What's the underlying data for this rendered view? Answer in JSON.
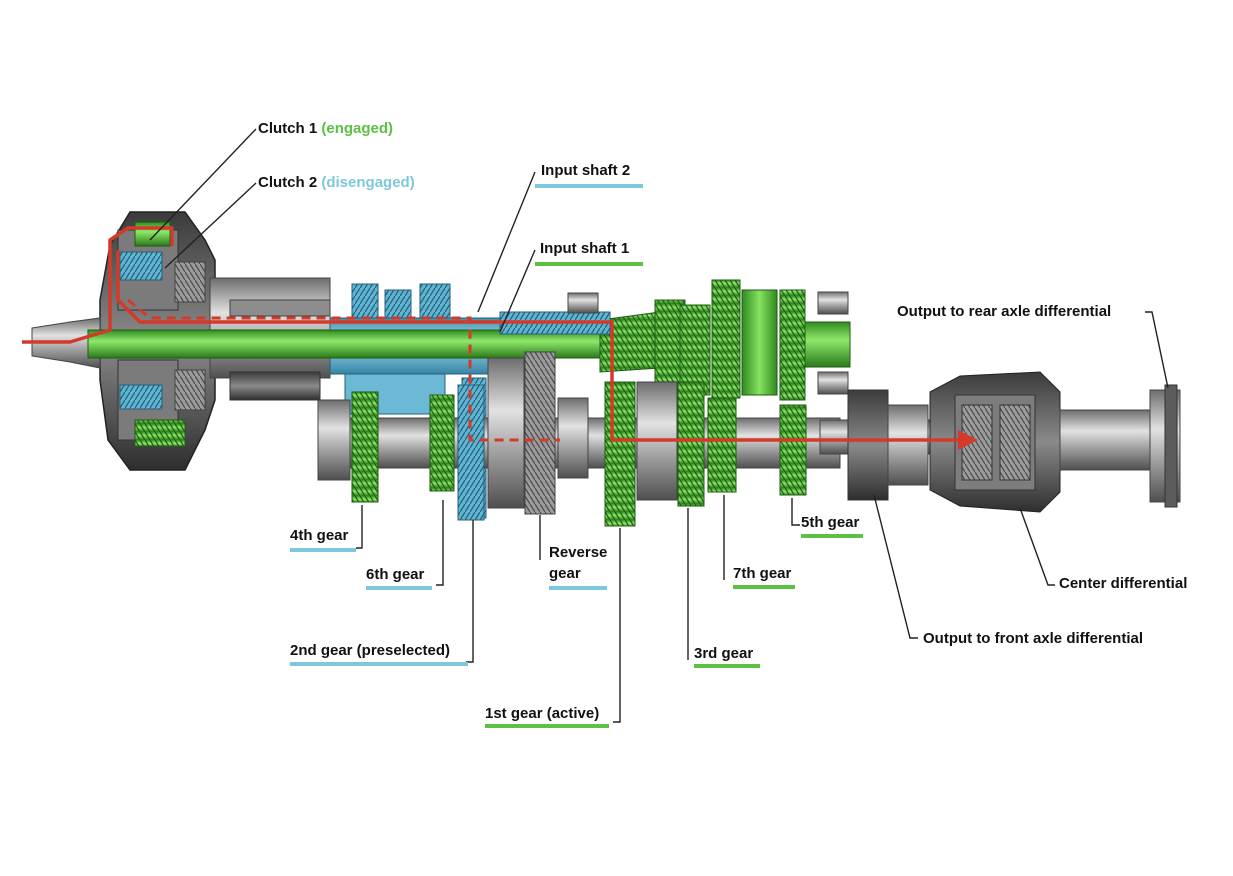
{
  "colors": {
    "green": "#5cc143",
    "blue": "#7dc8dc",
    "power_flow": "#d43a2a",
    "leader": "#222222",
    "metal": "#a9a9a9"
  },
  "labels": {
    "clutch1": {
      "name": "Clutch 1",
      "state": "(engaged)"
    },
    "clutch2": {
      "name": "Clutch 2",
      "state": "(disengaged)"
    },
    "input_shaft_2": "Input shaft 2",
    "input_shaft_1": "Input shaft 1",
    "output_rear": "Output to rear axle differential",
    "gear_4th": "4th gear",
    "gear_6th": "6th gear",
    "reverse_line1": "Reverse",
    "reverse_line2": "gear",
    "gear_2nd": "2nd gear (preselected)",
    "gear_1st": "1st gear (active)",
    "gear_3rd": "3rd gear",
    "gear_7th": "7th gear",
    "gear_5th": "5th gear",
    "center_diff": "Center differential",
    "output_front": "Output to front axle differential"
  }
}
